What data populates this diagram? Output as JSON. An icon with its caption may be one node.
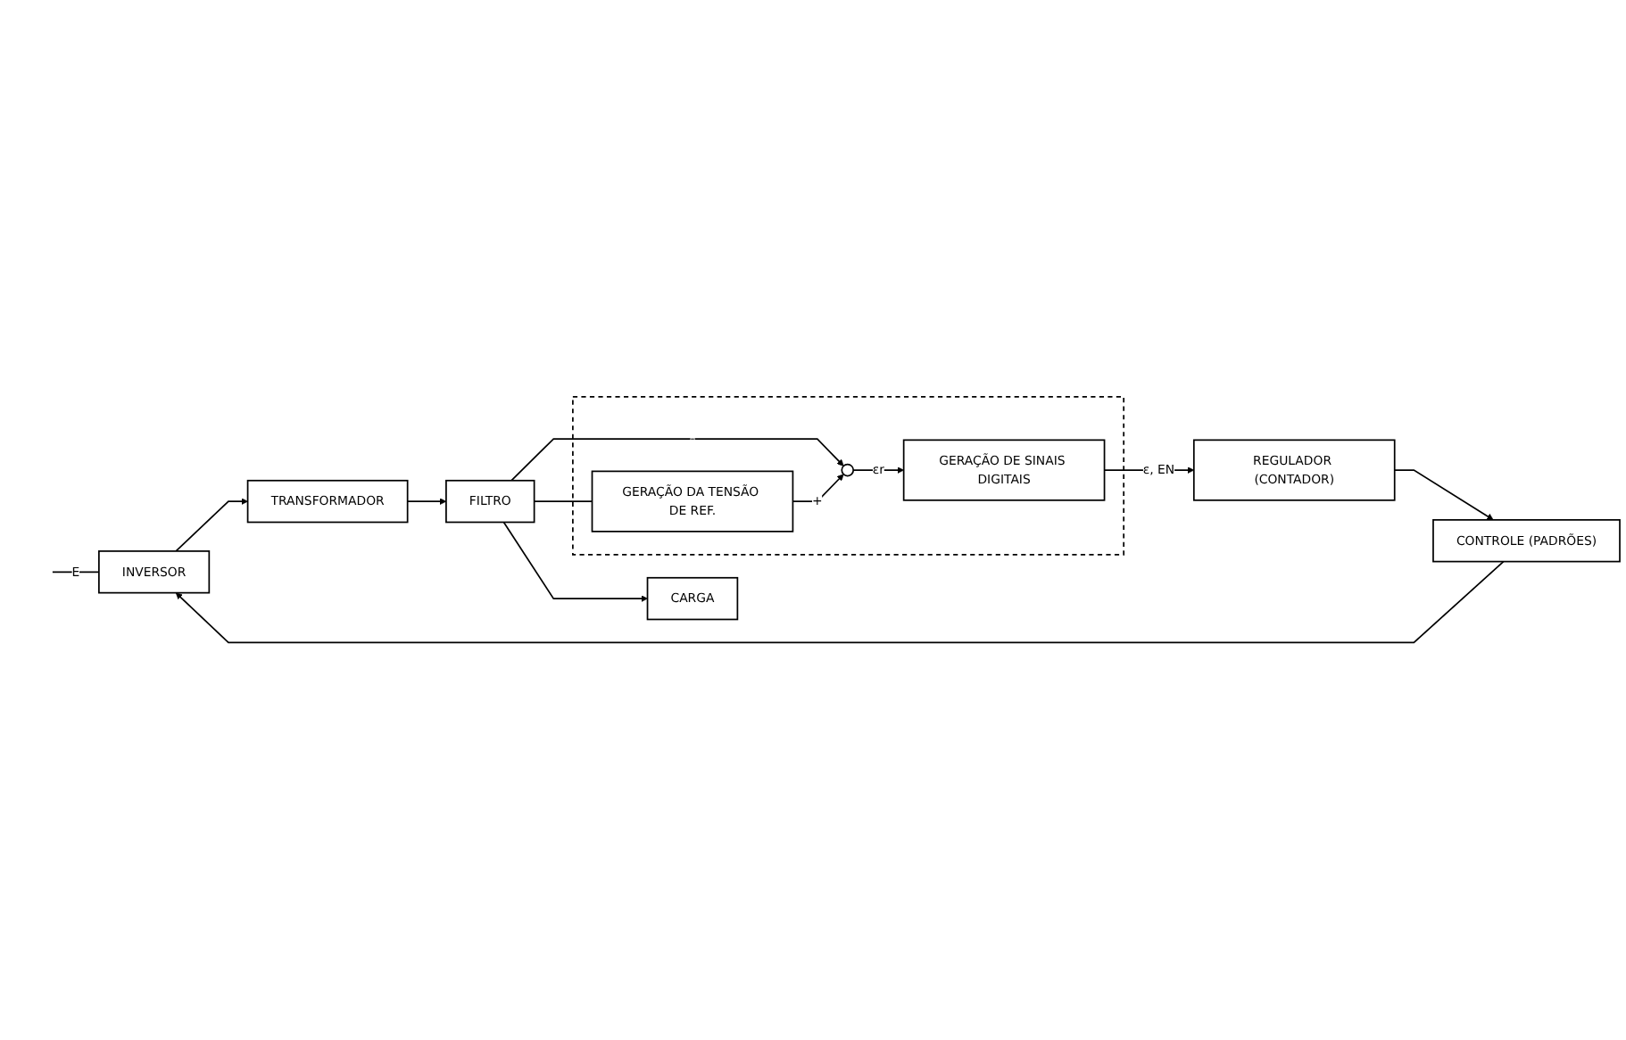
{
  "diagram": {
    "nodes": [
      {
        "text": [
          "INVERSOR"
        ]
      },
      {
        "text": [
          "TRANSFORMADOR"
        ]
      },
      {
        "text": [
          "FILTRO"
        ]
      },
      {
        "text": [
          "CARGA"
        ]
      },
      {
        "text": [
          "CONTROLE (PADRÕES)"
        ]
      },
      {
        "text": [],
        "shape": "box"
      },
      {
        "text": [
          "REGULADOR (CONTADOR)"
        ]
      },
      {
        "text": [
          "GERAÇÃO DE SINAIS DIGITAIS"
        ],
        "in": 5
      },
      {
        "text": [],
        "shape": "circle",
        "in": 5
      },
      {
        "text": [
          "GERAÇÃO DA TENSÃO DE REF."
        ],
        "in": 5
      }
    ],
    "edges": [
      {
        "from": null,
        "to": 0,
        "arrow": "none",
        "label": "E"
      },
      {
        "from": 0,
        "to": 1,
        "arrow": "to"
      },
      {
        "from": 1,
        "to": 2,
        "arrow": "to"
      },
      {
        "from": 2,
        "to": 3,
        "arrow": "to"
      },
      {
        "from": 2,
        "to": 8,
        "arrow": "to",
        "label": "-"
      },
      {
        "from": 2,
        "to": 9,
        "arrow": "none"
      },
      {
        "from": 9,
        "to": 8,
        "arrow": "to",
        "label": "+"
      },
      {
        "from": 8,
        "to": 7,
        "arrow": "to",
        "label": "εr"
      },
      {
        "from": 7,
        "to": 6,
        "arrow": "to",
        "label": "ε, EN"
      },
      {
        "from": 6,
        "to": 4,
        "arrow": "to"
      },
      {
        "from": 4,
        "to": 0,
        "arrow": "to"
      }
    ]
  }
}
